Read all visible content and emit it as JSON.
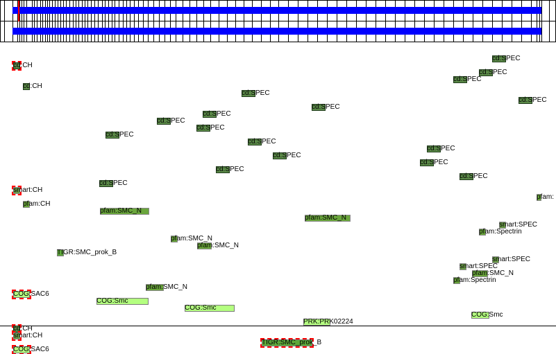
{
  "features": [
    {
      "label": "cd:CH",
      "type": "cd",
      "selected": true
    },
    {
      "label": "cd:CH",
      "type": "cd"
    },
    {
      "label": "cd:SPEC",
      "type": "cd"
    },
    {
      "label": "cd:SPEC",
      "type": "cd"
    },
    {
      "label": "cd:SPEC",
      "type": "cd"
    },
    {
      "label": "cd:SPEC",
      "type": "cd"
    },
    {
      "label": "cd:SPEC",
      "type": "cd"
    },
    {
      "label": "cd:SPEC",
      "type": "cd"
    },
    {
      "label": "cd:SPEC",
      "type": "cd"
    },
    {
      "label": "cd:SPEC",
      "type": "cd"
    },
    {
      "label": "cd:SPEC",
      "type": "cd"
    },
    {
      "label": "cd:SPEC",
      "type": "cd"
    },
    {
      "label": "cd:SPEC",
      "type": "cd"
    },
    {
      "label": "cd:SPEC",
      "type": "cd"
    },
    {
      "label": "cd:SPEC",
      "type": "cd"
    },
    {
      "label": "cd:SPEC",
      "type": "cd"
    },
    {
      "label": "cd:SPEC",
      "type": "cd"
    },
    {
      "label": "cd:SPEC",
      "type": "cd"
    },
    {
      "label": "cd:SPEC",
      "type": "cd"
    },
    {
      "label": "smart:CH",
      "type": "smart",
      "selected": true
    },
    {
      "label": "pfam:",
      "type": "pfam"
    },
    {
      "label": "pfam:CH",
      "type": "pfam"
    },
    {
      "label": "pfam:SMC_N",
      "type": "pfam"
    },
    {
      "label": "pfam:SMC_N",
      "type": "pfam"
    },
    {
      "label": "smart:SPEC",
      "type": "smart"
    },
    {
      "label": "pfam:Spectrin",
      "type": "pfam"
    },
    {
      "label": "pfam:SMC_N",
      "type": "pfam"
    },
    {
      "label": "pfam:SMC_N",
      "type": "pfam"
    },
    {
      "label": "TIGR:SMC_prok_B",
      "type": "tigr"
    },
    {
      "label": "smart:SPEC",
      "type": "smart"
    },
    {
      "label": "smart:SPEC",
      "type": "smart"
    },
    {
      "label": "pfam:SMC_N",
      "type": "pfam"
    },
    {
      "label": "pfam:Spectrin",
      "type": "pfam"
    },
    {
      "label": "pfam:SMC_N",
      "type": "pfam"
    },
    {
      "label": "COG:SAC6",
      "type": "cog",
      "selected": true
    },
    {
      "label": "COG:Smc",
      "type": "cog"
    },
    {
      "label": "COG:Smc",
      "type": "cog"
    },
    {
      "label": "COG:Smc",
      "type": "cog"
    },
    {
      "label": "PRK:PRK02224",
      "type": "prk"
    },
    {
      "label": "cd:CH",
      "type": "cd",
      "selected": true
    },
    {
      "label": "smart:CH",
      "type": "smart",
      "selected": true
    },
    {
      "label": "COG:SAC6",
      "type": "cog",
      "selected": true
    },
    {
      "label": "TIGR:SMC_prok_B",
      "type": "tigr",
      "selected": true
    }
  ],
  "colors": {
    "track": "#0000ff",
    "selection": "#ff0000"
  }
}
